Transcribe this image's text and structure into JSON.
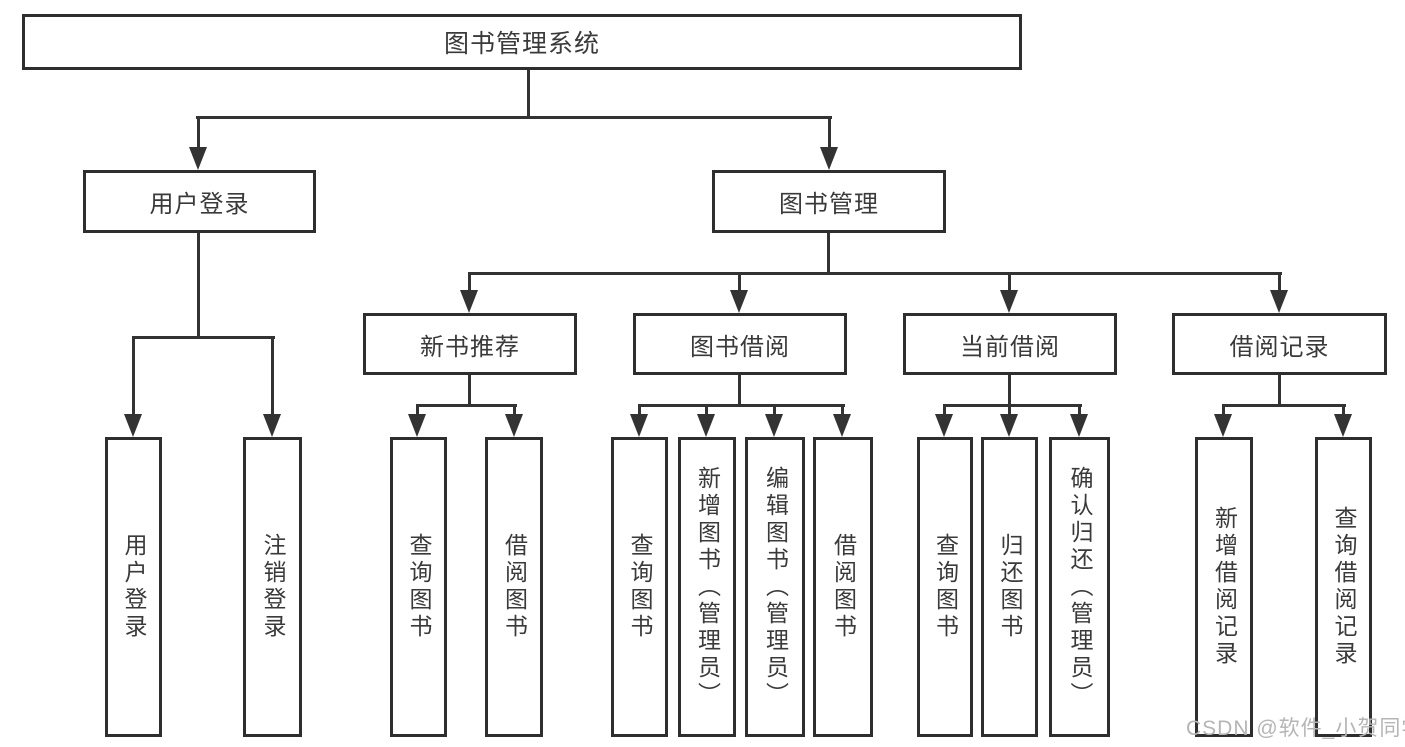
{
  "tree": {
    "root": "图书管理系统",
    "level2": [
      "用户登录",
      "图书管理"
    ],
    "level3": [
      "新书推荐",
      "图书借阅",
      "当前借阅",
      "借阅记录"
    ],
    "leaves": [
      "用户登录",
      "注销登录",
      "查询图书",
      "借阅图书",
      "查询图书",
      "新增图书（管理员）",
      "编辑图书（管理员）",
      "借阅图书",
      "查询图书",
      "归还图书",
      "确认归还（管理员）",
      "新增借阅记录",
      "查询借阅记录"
    ]
  },
  "watermark": "CSDN @软件_小贺同学",
  "colors": {
    "line": "#333333",
    "border": "#2e2e2e",
    "text": "#3a3a3a",
    "watermark": "#b5b5b5",
    "background": "#ffffff"
  }
}
